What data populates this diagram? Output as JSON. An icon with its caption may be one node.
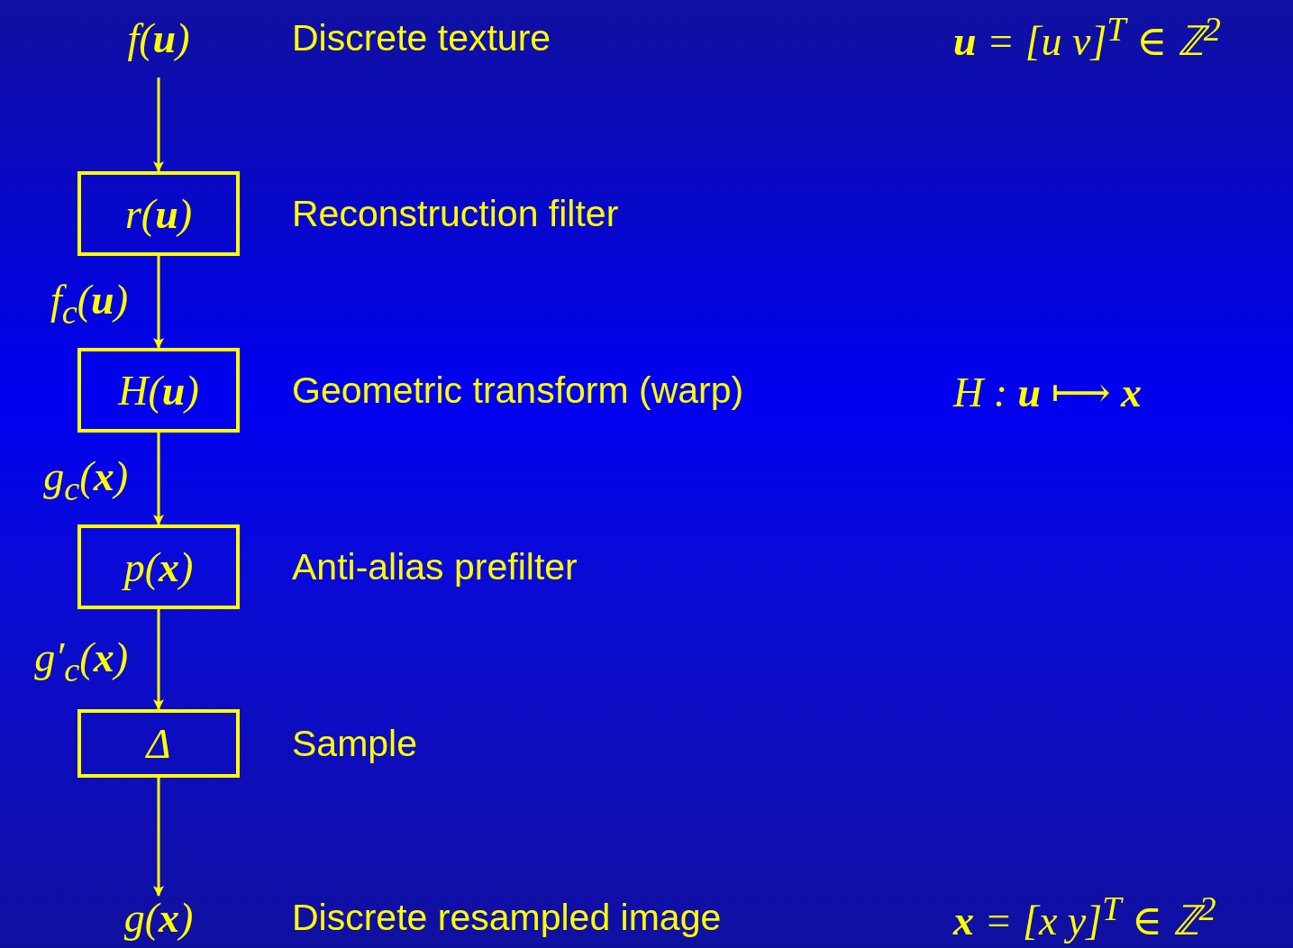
{
  "diagram": {
    "nodes": [
      {
        "text": [
          "f(**u**)"
        ],
        "beside": [
          "Discrete texture"
        ]
      },
      {
        "text": [
          "r(**u**)"
        ],
        "beside": [
          "Reconstruction filter"
        ]
      },
      {
        "text": [
          "H(**u**)"
        ],
        "beside": [
          "Geometric transform (warp)"
        ]
      },
      {
        "text": [
          "p(**x**)"
        ],
        "beside": [
          "Anti-alias prefilter"
        ]
      },
      {
        "text": [
          "Δ"
        ],
        "beside": [
          "Sample"
        ]
      },
      {
        "text": [
          "g(**x**)"
        ],
        "beside": [
          "Discrete resampled image"
        ]
      }
    ],
    "edges": [
      {
        "from": 0,
        "to": 1,
        "arrow": "to"
      },
      {
        "from": 1,
        "to": 2,
        "arrow": "to",
        "label": "f$_{c}$(**u**)"
      },
      {
        "from": 2,
        "to": 3,
        "arrow": "to",
        "label": "g$_{c}$(**x**)"
      },
      {
        "from": 3,
        "to": 4,
        "arrow": "to",
        "label": "g′$_{c}$(**x**)"
      },
      {
        "from": 4,
        "to": 5,
        "arrow": "to"
      }
    ],
    "labels": [
      "**u** = [u v]$^{T}$ ∈ ℤ$^{2}$",
      "H : **u** ⟼ **x**",
      "**x** = [x y]$^{T}$ ∈ ℤ$^{2}$"
    ]
  }
}
